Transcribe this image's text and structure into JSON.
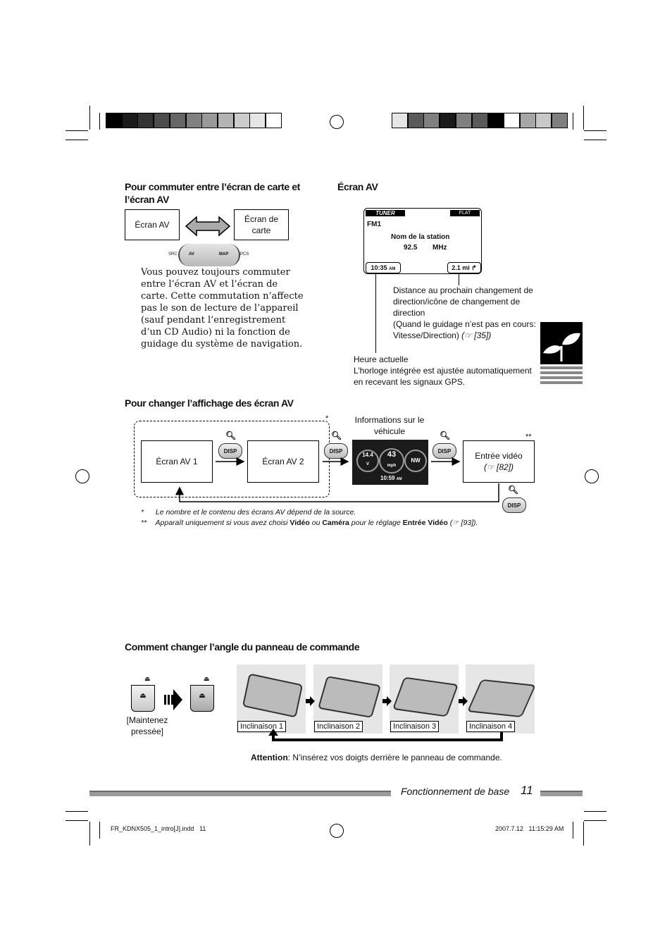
{
  "color_bars": {
    "left": [
      "#000000",
      "#1a1a1a",
      "#333333",
      "#4d4d4d",
      "#666666",
      "#808080",
      "#999999",
      "#b3b3b3",
      "#cccccc",
      "#e6e6e6",
      "#ffffff"
    ],
    "right": [
      "#e6e6e6",
      "#5a5a5a",
      "#808080",
      "#1a1a1a",
      "#808080",
      "#5a5a5a",
      "#000000",
      "#ffffff",
      "#a6a6a6",
      "#c8c8c8",
      "#808080"
    ]
  },
  "section1": {
    "title": "Pour commuter entre l’écran de carte et l’écran AV",
    "box_av": "Écran AV",
    "box_map": "Écran de carte",
    "knob_labels": {
      "src": "SRC",
      "av": "AV",
      "map": "MAP",
      "pcs": "PCS"
    },
    "body": "Vous pouvez toujours commuter entre l’écran AV et l’écran de carte. Cette commutation n’affecte pas le son de lecture de l’appareil (sauf pendant l’enregistrement d’un CD Audio) ni la fonction de guidage du système de navigation."
  },
  "section2": {
    "title": "Écran AV",
    "screen": {
      "source": "TUNER",
      "eq": "FLAT",
      "band": "FM1",
      "station": "Nom de la station",
      "frequency": "92.5",
      "unit": "MHz",
      "clock": "10:35",
      "clock_suffix": "AM",
      "distance": "2.1 mi"
    },
    "callout_distance": {
      "line1": "Distance au prochain changement de direction/icône de changement de direction",
      "line2": "(Quand le guidage n’est pas en cours: Vitesse/Direction)",
      "ref": "(☞ [35])"
    },
    "callout_clock": {
      "line1": "Heure actuelle",
      "line2": "L’horloge intégrée est ajustée automatiquement en recevant les signaux GPS."
    }
  },
  "section3": {
    "title": "Pour changer l’affichage des écran AV",
    "box1": "Écran AV 1",
    "box2": "Écran AV 2",
    "vehicle_label": "Informations sur le véhicule",
    "vehicle_values": {
      "volt": "14.4",
      "volt_unit": "V",
      "speed": "43",
      "speed_unit": "mph",
      "dir": "NW",
      "clock": "10:59",
      "clock_suffix": "AM"
    },
    "box4": "Entrée vidéo",
    "box4_ref": "(☞ [82])",
    "disp": "DISP",
    "star1": "*",
    "star2": "**",
    "note1_mark": "*",
    "note1": "Le nombre et le contenu des écrans AV dépend de la source.",
    "note2_mark": "**",
    "note2_a": "Apparaît uniquement si vous avez choisi",
    "note2_video": "Vidéo",
    "note2_ou": "ou",
    "note2_camera": "Caméra",
    "note2_b": "pour le réglage",
    "note2_entree": "Entrée Vidéo",
    "note2_ref": "(☞ [93])."
  },
  "section4": {
    "title": "Comment changer l’angle du panneau de commande",
    "hold_label": "[Maintenez pressée]",
    "tilts": [
      "Inclinaison 1",
      "Inclinaison 2",
      "Inclinaison 3",
      "Inclinaison 4"
    ],
    "attention_label": "Attention",
    "attention_text": ": N’insérez vos doigts derrière le panneau de commande."
  },
  "footer": {
    "section_name": "Fonctionnement de base",
    "page_number": "11",
    "file_name": "FR_KDNX505_1_intro[J].indd   11",
    "timestamp": "2007.7.12   11:15:29 AM"
  }
}
